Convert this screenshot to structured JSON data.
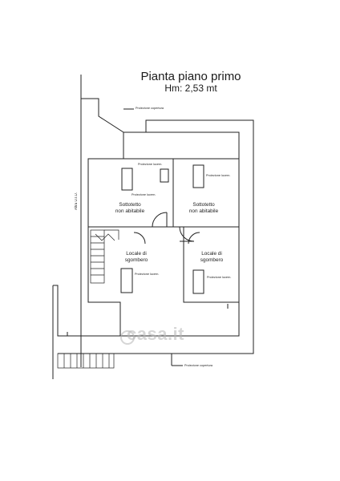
{
  "title": "Pianta piano primo",
  "subtitle": "Hm: 2,53 mt",
  "annotations": {
    "proiezione_copertura_top": "Proiezione copertura",
    "proiezione_copertura_bottom": "Proiezione copertura",
    "proiezione_lucernario": "Proiezione lucern.",
    "altra_uiu": "Altra U.I.U."
  },
  "rooms": [
    {
      "name": "Sottotetto\nnon abitabile",
      "skylight_label": "Proiezione lucern."
    },
    {
      "name": "Sottotetto\nnon abitabile",
      "skylight_label": "Proiezione lucern."
    },
    {
      "name": "Locale di\nsgombero",
      "skylight_label": "Proiezione lucern."
    },
    {
      "name": "Locale di\nsgombero",
      "skylight_label": "Proiezione lucern."
    }
  ],
  "watermark": "casa.it"
}
